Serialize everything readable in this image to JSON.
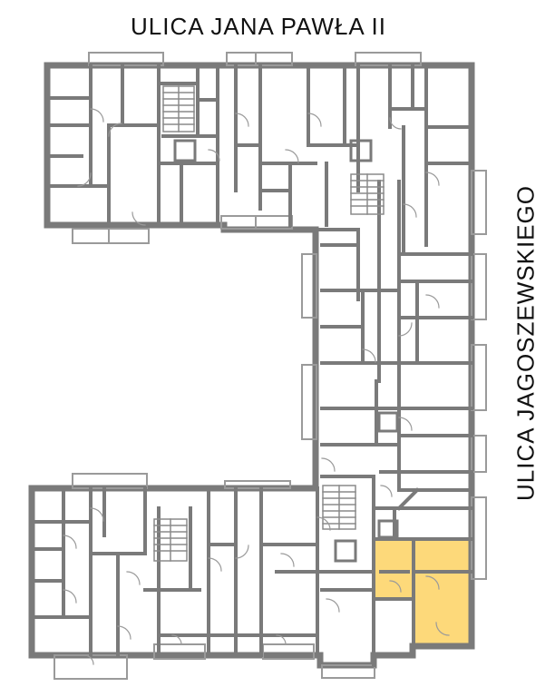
{
  "labels": {
    "street_top": "ULICA  JANA PAWŁA II",
    "street_right": "ULICA  JAGOSZEWSKIEGO"
  },
  "colors": {
    "wall": "#7a7a7a",
    "wall_thin": "#8a8a8a",
    "highlight": "#fdd97a",
    "balcony": "#9a9a9a",
    "background": "#ffffff"
  },
  "plan": {
    "highlighted_unit": "apartment-southeast-corner"
  }
}
